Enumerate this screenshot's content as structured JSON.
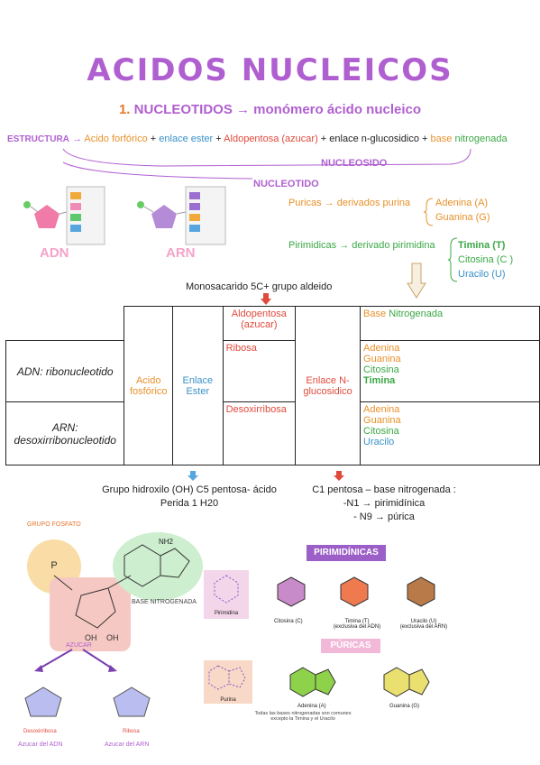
{
  "title": "ACIDOS NUCLEICOS",
  "subtitle": {
    "number": "1.",
    "text": "NUCLEOTIDOS → monómero ácido nucleico"
  },
  "structure": {
    "label": "ESTRUCTURA",
    "arrow": "→",
    "p1": "Acido forfórico",
    "plus1": "+",
    "p2": "enlace ester",
    "plus2": "+",
    "p3": "Aldopentosa (azucar)",
    "plus3": "+",
    "p4": "enlace n-glucosidico",
    "plus4": "+",
    "p5a": "base",
    "p5b": "nitrogenada"
  },
  "nucleosido": "NUCLEOSIDO",
  "nucleotido": "NUCLEOTIDO",
  "diagram_labels": {
    "adn": "ADN",
    "arn": "ARN"
  },
  "puricas": {
    "label": "Puricas → derivados purina",
    "bases": [
      "Adenina (A)",
      "Guanina (G)"
    ]
  },
  "pirimidicas": {
    "label": "Pirimidicas → derivado pirimidina",
    "bases": [
      "Timina (T)",
      "Citosina (C )",
      "Uracilo (U)"
    ]
  },
  "monosacarido": "Monosacarido 5C+ grupo aldeido",
  "table": {
    "aldopentosa_header": "Aldopentosa (azucar)",
    "base_header_a": "Base",
    "base_header_b": "Nitrogenada",
    "acido": "Acido fosfórico",
    "enlace_ester": "Enlace Ester",
    "enlace_n": "Enlace N-glucosidico",
    "rows": [
      {
        "name": "ADN: ribonucleotido",
        "sugar": "Ribosa",
        "bases": [
          "Adenina",
          "Guanina",
          "Citosina",
          "Timina"
        ]
      },
      {
        "name": "ARN: desoxirribonucleotido",
        "sugar": "Desoxirribosa",
        "bases": [
          "Adenina",
          "Guanina",
          "Citosina",
          "Uracilo"
        ]
      }
    ]
  },
  "notes": {
    "left": [
      "Grupo hidroxilo (OH) C5 pentosa- ácido",
      "Perida 1 H20"
    ],
    "right": [
      "C1 pentosa – base nitrogenada :",
      "-N1 → pirimidínica",
      "- N9 → púrica"
    ]
  },
  "figure": {
    "grupo_fosfato": "GRUPO FOSFATO",
    "base_nitrogenada": "BASE NITROGENADA",
    "azucar": "AZUCAR",
    "azucar_adn": "Azucar del ADN",
    "azucar_arn": "Azucar del ARN",
    "desoxirribosa": "Desoxirribosa",
    "ribosa": "Ribosa",
    "pirimidinicas": "PIRIMIDÍNICAS",
    "puricas": "PÚRICAS",
    "pirimidina": "Pirimidina",
    "purina": "Purina",
    "citosina": "Citosina (C)",
    "timina": "Timina (T)",
    "timina_sub": "(exclusiva del ADN)",
    "uracilo": "Uracilo (U)",
    "uracilo_sub": "(exclusiva del ARN)",
    "adenina": "Adenina (A)",
    "guanina": "Guanina (G)",
    "footnote1": "Todas las bases nitrogenadas son comunes",
    "footnote2": "excepto la Timina y el Uracilo",
    "nh2": "NH2"
  },
  "colors": {
    "purple": "#b05fd0",
    "orange": "#e8912a",
    "blue": "#3a92c8",
    "red": "#e04a3c",
    "green": "#3aa845"
  }
}
